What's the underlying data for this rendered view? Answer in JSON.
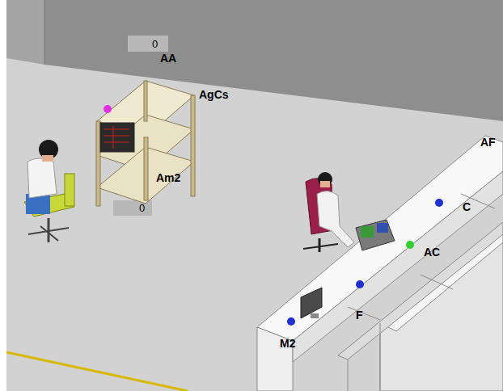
{
  "diagram": {
    "labels": [
      "0",
      "AA",
      "AgCs",
      "Am2",
      "0",
      "AF",
      "C",
      "AC",
      "F",
      "M2"
    ]
  }
}
